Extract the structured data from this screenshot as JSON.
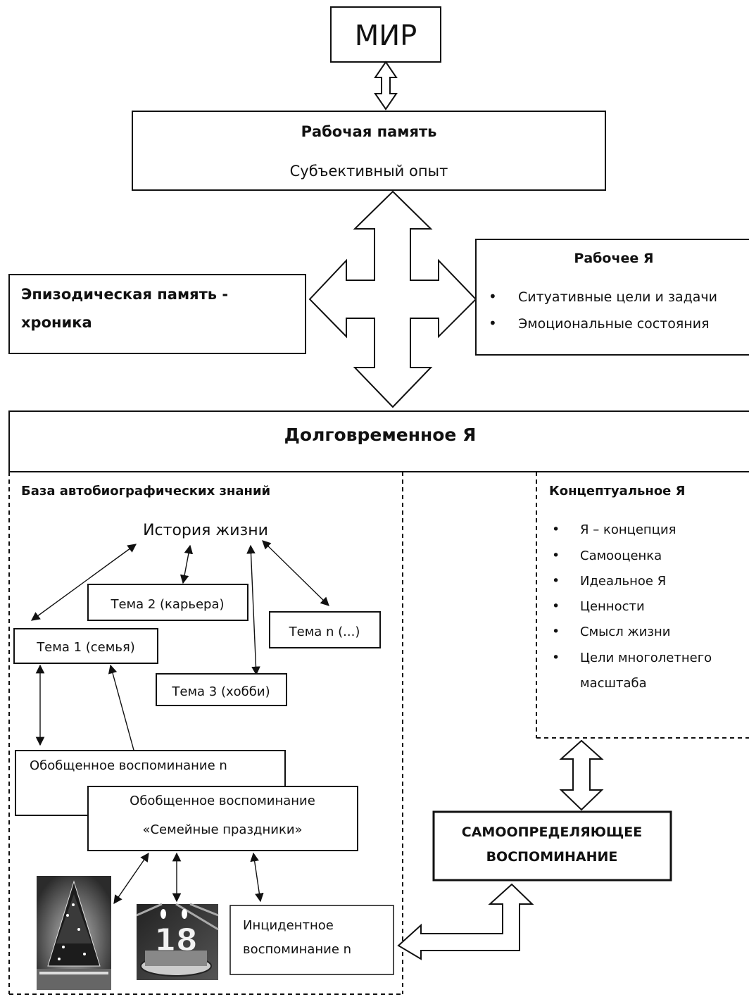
{
  "mir": "МИР",
  "working_memory": {
    "title": "Рабочая память",
    "subtitle": "Субъективный опыт"
  },
  "episodic": {
    "line1": "Эпизодическая память -",
    "line2": "хроника"
  },
  "working_self": {
    "title": "Рабочее Я",
    "items": [
      "Ситуативные цели и задачи",
      "Эмоциональные состояния"
    ]
  },
  "long_term_self": {
    "title": "Долговременное Я"
  },
  "autobio_base": {
    "title": "База автобиографических знаний",
    "life_story": "История жизни",
    "theme1": "Тема 1 (семья)",
    "theme2": "Тема 2 (карьера)",
    "theme3": "Тема 3 (хобби)",
    "theme_n": "Тема n (...)",
    "general_memory_n": "Обобщенное воспоминание n",
    "general_memory_holiday": {
      "line1": "Обобщенное воспоминание",
      "line2": "«Семейные праздники»"
    },
    "incident_memory": {
      "line1": "Инцидентное",
      "line2": "воспоминание n"
    },
    "photo_tree_label": "photo-christmas-tree",
    "photo_cake_label": "photo-birthday-cake",
    "photo_cake_digits": "18"
  },
  "conceptual_self": {
    "title": "Концептуальное Я",
    "items": [
      "Я – концепция",
      "Самооценка",
      "Идеальное Я",
      "Ценности",
      "Смысл жизни",
      "Цели многолетнего"
    ],
    "item_continuation": "масштаба"
  },
  "self_defining": {
    "line1": "САМООПРЕДЕЛЯЮЩЕЕ",
    "line2": "ВОСПОМИНАНИЕ"
  }
}
